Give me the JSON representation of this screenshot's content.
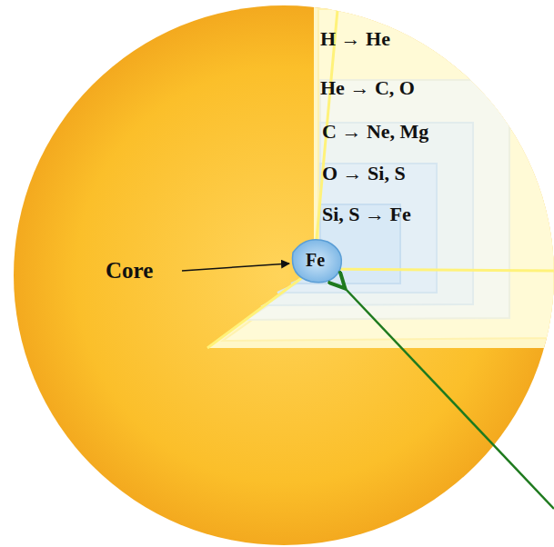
{
  "diagram": {
    "labels": [
      "H → He",
      "He → C, O",
      "C → Ne, Mg",
      "O → Si, S",
      "Si, S → Fe",
      "Fe",
      "Core"
    ]
  }
}
